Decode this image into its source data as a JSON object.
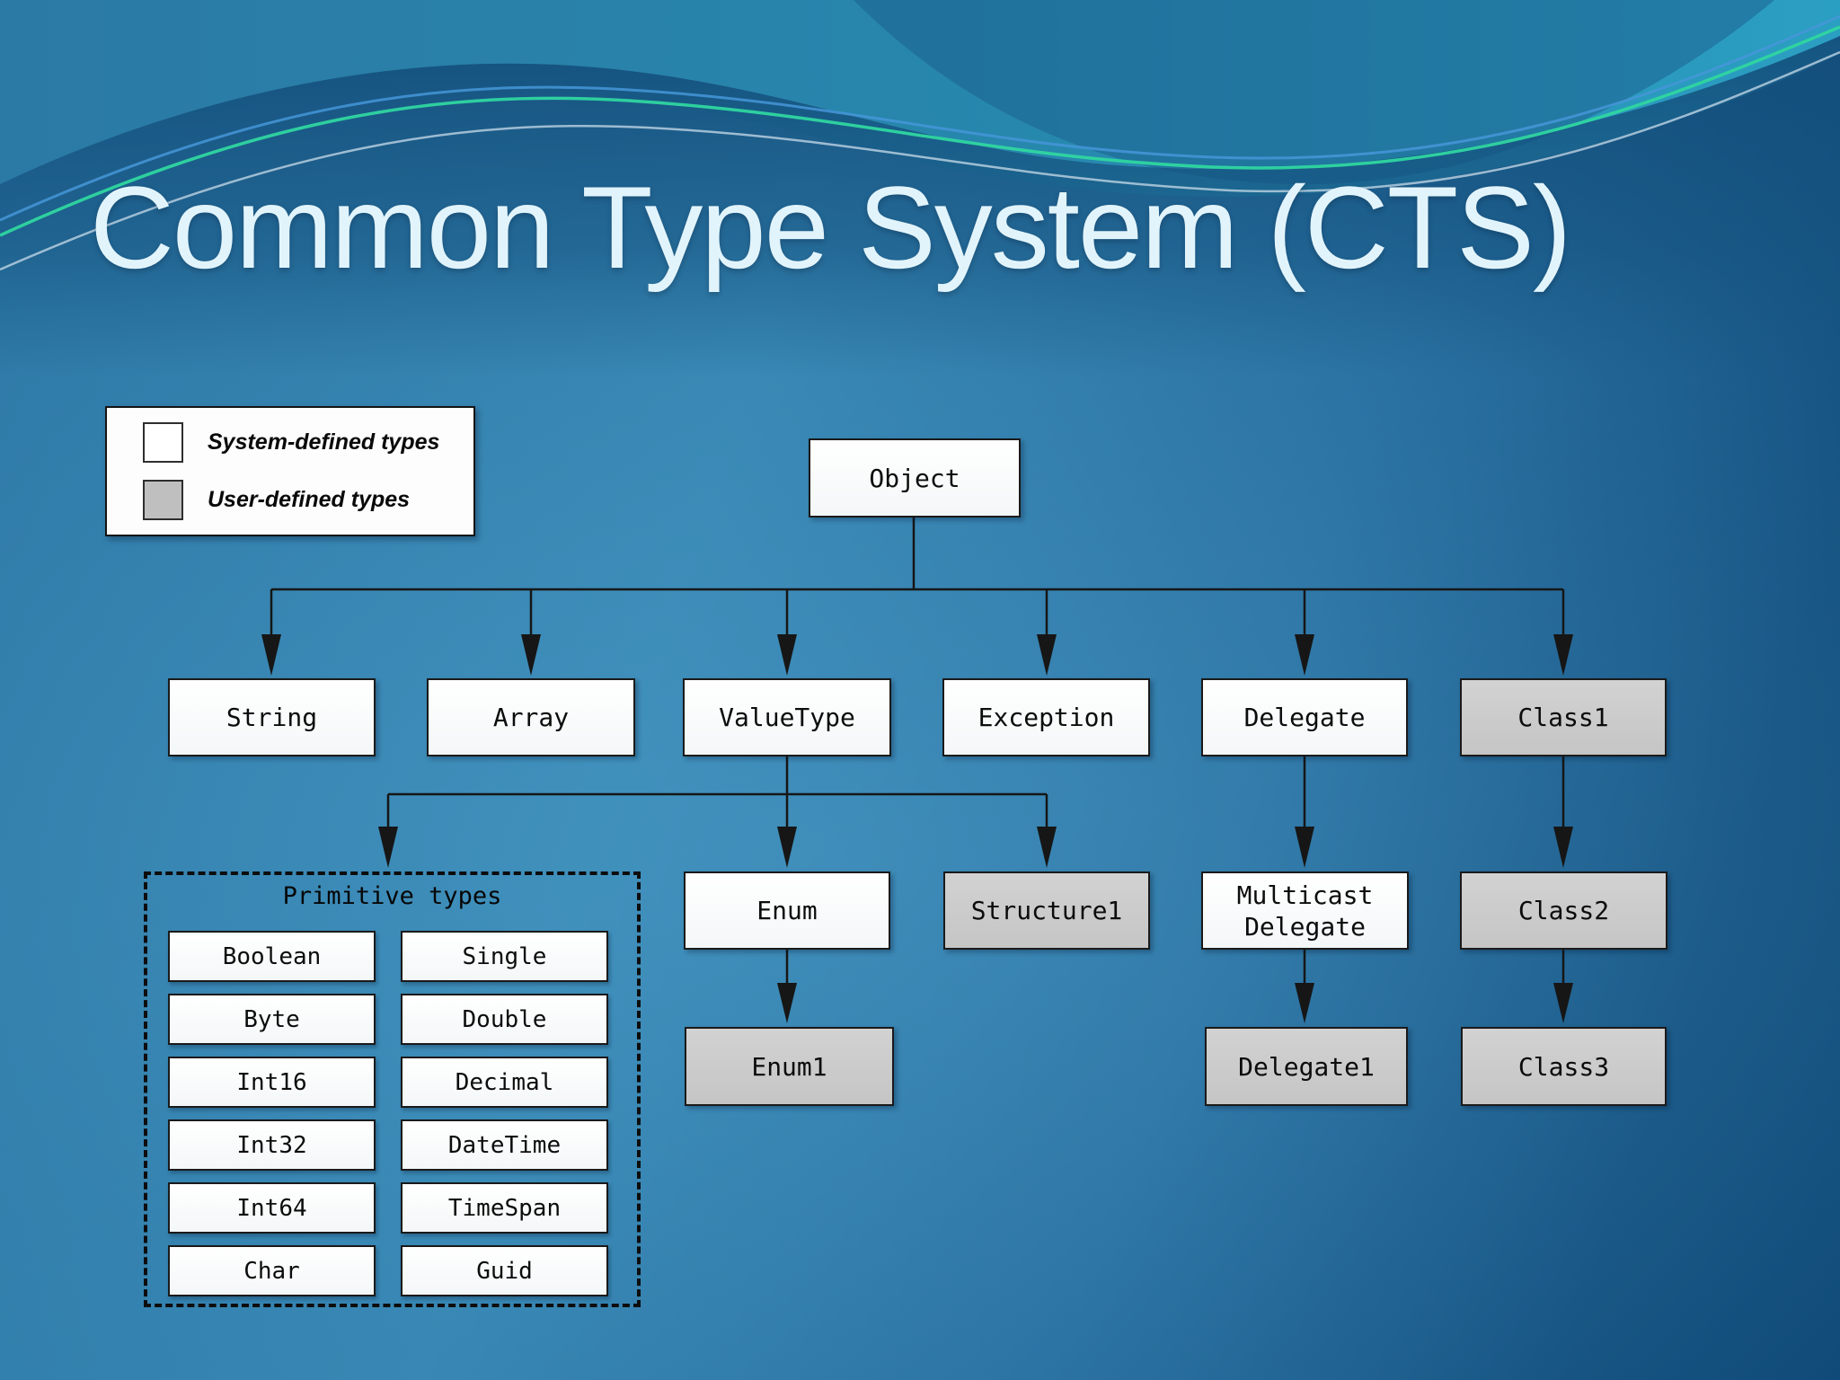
{
  "slide": {
    "title": "Common Type System (CTS)"
  },
  "legend": {
    "system_label": "System-defined types",
    "user_label": "User-defined types"
  },
  "colors": {
    "system_box": "#ffffff",
    "user_box": "#c9c9c9",
    "connector_line": "#161616",
    "title_text": "#e2f4fb",
    "background_accent": "#3585b2",
    "banner_wave_green": "#2fd6a0",
    "banner_wave_blue": "#4596d8",
    "banner_wave_light": "#c9dcea"
  },
  "nodes": {
    "object": {
      "label": "Object",
      "kind": "system"
    },
    "string": {
      "label": "String",
      "kind": "system"
    },
    "array": {
      "label": "Array",
      "kind": "system"
    },
    "valuetype": {
      "label": "ValueType",
      "kind": "system"
    },
    "exception": {
      "label": "Exception",
      "kind": "system"
    },
    "delegate": {
      "label": "Delegate",
      "kind": "system"
    },
    "class1": {
      "label": "Class1",
      "kind": "user"
    },
    "enum": {
      "label": "Enum",
      "kind": "system"
    },
    "structure1": {
      "label": "Structure1",
      "kind": "user"
    },
    "multicast": {
      "label": "Multicast Delegate",
      "kind": "system"
    },
    "class2": {
      "label": "Class2",
      "kind": "user"
    },
    "enum1": {
      "label": "Enum1",
      "kind": "user"
    },
    "delegate1": {
      "label": "Delegate1",
      "kind": "user"
    },
    "class3": {
      "label": "Class3",
      "kind": "user"
    }
  },
  "primitives": {
    "title": "Primitive types",
    "left": [
      "Boolean",
      "Byte",
      "Int16",
      "Int32",
      "Int64",
      "Char"
    ],
    "right": [
      "Single",
      "Double",
      "Decimal",
      "DateTime",
      "TimeSpan",
      "Guid"
    ]
  }
}
